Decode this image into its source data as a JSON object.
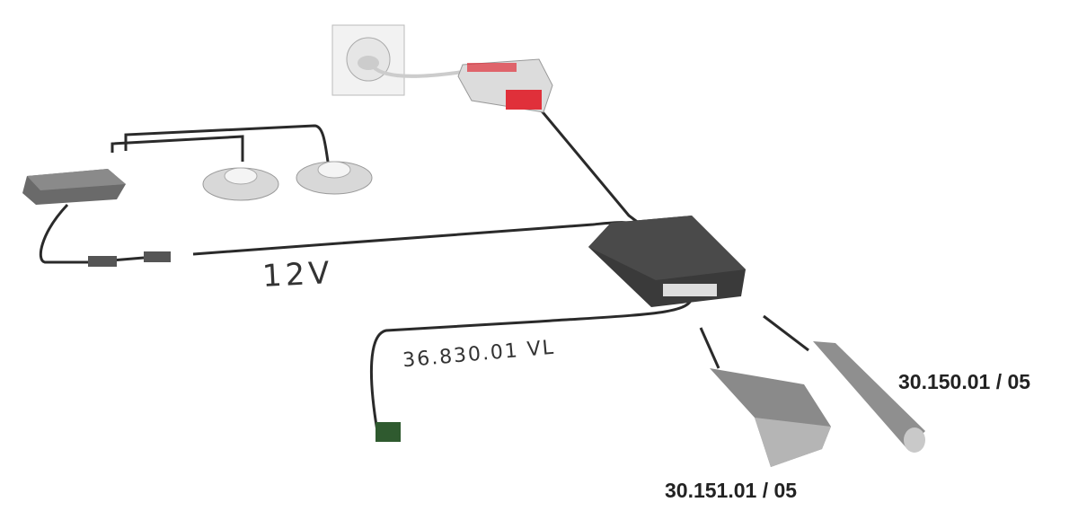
{
  "labels": {
    "voltage": "12V",
    "distributor_part": "36.830.01  VL",
    "sensor_part_a": "30.150.01 / 05",
    "sensor_part_b": "30.151.01 / 05"
  },
  "colors": {
    "cable": "#2a2a2a",
    "device": "#3a3a3a",
    "accent": "#e0303a"
  }
}
